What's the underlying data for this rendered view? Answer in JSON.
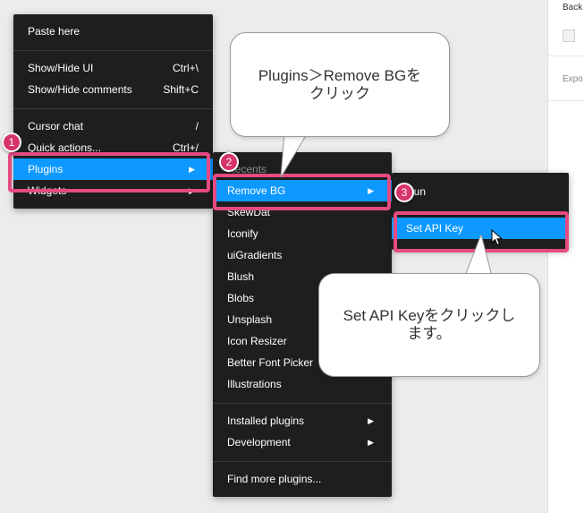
{
  "properties_panel": {
    "background_label": "Back",
    "export_label": "Expo"
  },
  "main_menu": {
    "items": [
      {
        "label": "Paste here",
        "shortcut": ""
      },
      {
        "label": "Show/Hide UI",
        "shortcut": "Ctrl+\\"
      },
      {
        "label": "Show/Hide comments",
        "shortcut": "Shift+C"
      },
      {
        "label": "Cursor chat",
        "shortcut": "/"
      },
      {
        "label": "Quick actions...",
        "shortcut": "Ctrl+/"
      },
      {
        "label": "Plugins",
        "shortcut": ""
      },
      {
        "label": "Widgets",
        "shortcut": ""
      }
    ]
  },
  "plugins_menu": {
    "items": [
      {
        "label": "Recents"
      },
      {
        "label": "Remove BG"
      },
      {
        "label": "SkewDat"
      },
      {
        "label": "Iconify"
      },
      {
        "label": "uiGradients"
      },
      {
        "label": "Blush"
      },
      {
        "label": "Blobs"
      },
      {
        "label": "Unsplash"
      },
      {
        "label": "Icon Resizer"
      },
      {
        "label": "Better Font Picker"
      },
      {
        "label": "Illustrations"
      },
      {
        "label": "Installed plugins"
      },
      {
        "label": "Development"
      },
      {
        "label": "Find more plugins..."
      }
    ]
  },
  "removebg_menu": {
    "items": [
      {
        "label": "Run"
      },
      {
        "label": "Set API Key"
      }
    ]
  },
  "steps": [
    "1",
    "2",
    "3"
  ],
  "callouts": {
    "top": "Plugins＞Remove BGをクリック",
    "bottom": "Set API Keyをクリックします。"
  },
  "colors": {
    "menu_bg": "#1e1e1e",
    "active_item": "#0d99ff",
    "highlight": "#e64a83",
    "step_badge": "#d6336c"
  }
}
